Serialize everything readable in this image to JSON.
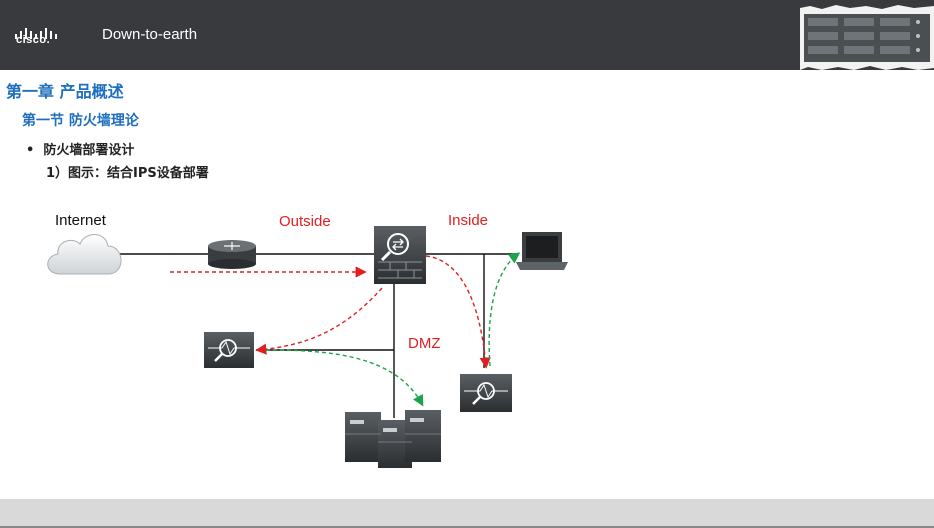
{
  "header": {
    "logo_text": "cisco.",
    "tagline": "Down-to-earth"
  },
  "chapter_title": "第一章 产品概述",
  "section_title": "第一节 防火墙理论",
  "bullet": "防火墙部署设计",
  "subtitle": "1）图示：结合IPS设备部署",
  "diagram": {
    "labels": {
      "internet": "Internet",
      "outside": "Outside",
      "inside": "Inside",
      "dmz": "DMZ"
    },
    "colors": {
      "label_red": "#e02020",
      "flow_red": "#e02020",
      "flow_green": "#1aa34a",
      "link": "#111111"
    }
  }
}
